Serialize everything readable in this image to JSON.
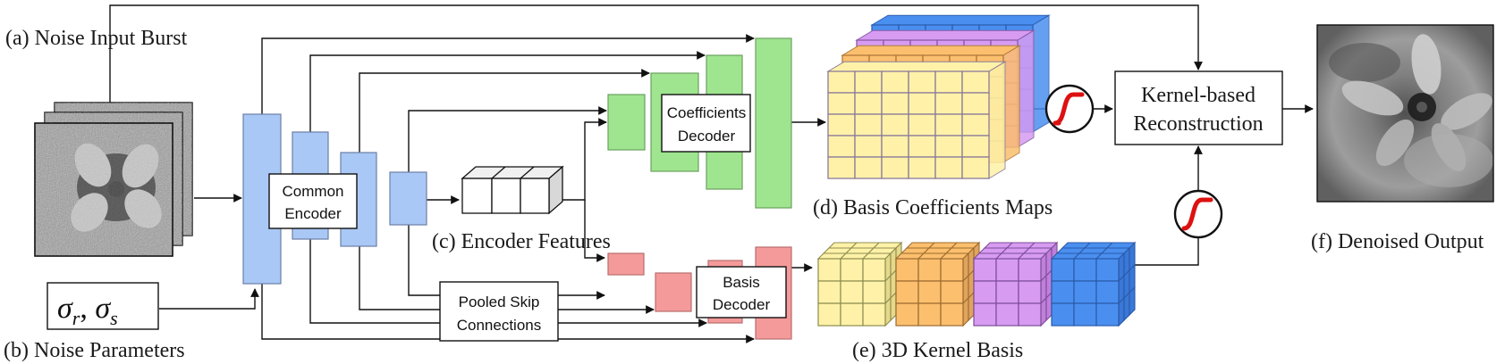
{
  "labels": {
    "noise_input": "(a) Noise Input Burst",
    "noise_params": "(b) Noise Parameters",
    "encoder_features": "(c) Encoder Features",
    "basis_coeff_maps": "(d) Basis Coefficients Maps",
    "kernel_basis": "(e) 3D Kernel Basis",
    "denoised_output": "(f) Denoised Output"
  },
  "boxes": {
    "common_encoder": [
      "Common",
      "Encoder"
    ],
    "coefficients_decoder": [
      "Coefficients",
      "Decoder"
    ],
    "basis_decoder": [
      "Basis",
      "Decoder"
    ],
    "pooled_skip": [
      "Pooled Skip",
      "Connections"
    ],
    "kernel_recon": [
      "Kernel-based",
      "Reconstruction"
    ]
  },
  "math": {
    "sigma_r": "σ",
    "sub_r": "r",
    "comma": ", ",
    "sigma_s": "σ",
    "sub_s": "s"
  },
  "colors": {
    "encoder": "#a9c8f5",
    "coeff_decoder": "#9fe58f",
    "basis_decoder": "#f59a9a",
    "yellow": "#fff2a8",
    "orange": "#fbbf6e",
    "purple": "#d79cf2",
    "blue": "#4a8ff0",
    "sigmoid": "#dd1111"
  }
}
